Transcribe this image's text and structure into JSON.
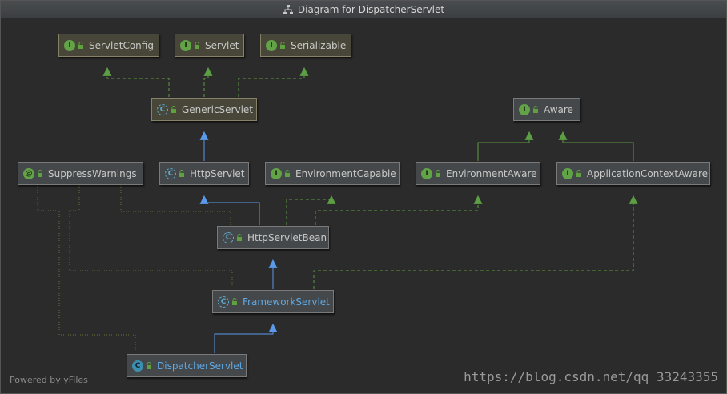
{
  "window": {
    "title": "Diagram for DispatcherServlet"
  },
  "nodes": {
    "servlet_config": {
      "label": "ServletConfig",
      "kind": "interface"
    },
    "servlet": {
      "label": "Servlet",
      "kind": "interface"
    },
    "serializable": {
      "label": "Serializable",
      "kind": "interface"
    },
    "generic_servlet": {
      "label": "GenericServlet",
      "kind": "abstract-class"
    },
    "aware": {
      "label": "Aware",
      "kind": "interface"
    },
    "suppress_warnings": {
      "label": "SuppressWarnings",
      "kind": "annotation"
    },
    "http_servlet": {
      "label": "HttpServlet",
      "kind": "abstract-class"
    },
    "environment_capable": {
      "label": "EnvironmentCapable",
      "kind": "interface"
    },
    "environment_aware": {
      "label": "EnvironmentAware",
      "kind": "interface"
    },
    "application_context_aware": {
      "label": "ApplicationContextAware",
      "kind": "interface"
    },
    "http_servlet_bean": {
      "label": "HttpServletBean",
      "kind": "abstract-class"
    },
    "framework_servlet": {
      "label": "FrameworkServlet",
      "kind": "abstract-class"
    },
    "dispatcher_servlet": {
      "label": "DispatcherServlet",
      "kind": "class"
    }
  },
  "badges": {
    "interface": "I",
    "annotation": "@",
    "class": "C"
  },
  "colors": {
    "extends_edge": "#5a9ae8",
    "implements_edge": "#5c9e44",
    "annotation_edge": "#6f6f3a",
    "node_fill": "#45484a",
    "selected_label": "#5ea9e6"
  },
  "footer": {
    "powered_by": "Powered by yFiles",
    "watermark": "https://blog.csdn.net/qq_33243355"
  }
}
